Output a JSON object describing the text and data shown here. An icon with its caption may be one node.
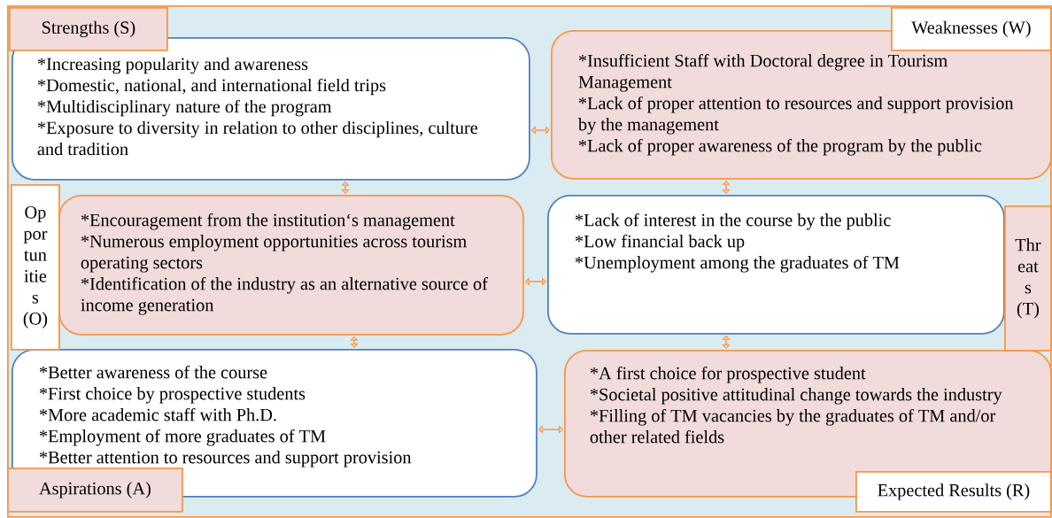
{
  "diagram": {
    "nodes": [
      {
        "text": [],
        "shape": "box"
      },
      {
        "text": [
          "Strengths (S)"
        ],
        "in": 0
      },
      {
        "text": [
          "*Increasing popularity and awareness",
          "*Domestic, national, and international field trips",
          "*Multidisciplinary nature of the program",
          "*Exposure to diversity in relation to other disciplines, culture and tradition"
        ],
        "in": 0
      },
      {
        "text": [
          "Weaknesses (W)"
        ],
        "in": 0
      },
      {
        "text": [
          "*Insufficient Staff with Doctoral degree in Tourism Management",
          "*Lack of proper attention to resources and support provision by the management",
          "*Lack of proper awareness of the program by the public"
        ],
        "in": 0
      },
      {
        "text": [
          "Op por tun itie s (O)"
        ],
        "in": 0
      },
      {
        "text": [
          "*Encouragement from the institution‘s management",
          "*Numerous employment opportunities across tourism operating sectors",
          "*Identification of the industry as an alternative source of income generation"
        ],
        "in": 0
      },
      {
        "text": [
          "*Lack of interest in the course by the public",
          "*Low financial back up",
          "*Unemployment among the graduates of TM"
        ],
        "in": 0
      },
      {
        "text": [
          "Thr eat s (T)"
        ],
        "in": 0
      },
      {
        "text": [
          "*Better awareness of the course",
          "*First choice by prospective students",
          "*More academic staff with Ph.D.",
          "*Employment of more graduates of TM",
          "*Better attention to resources and support provision"
        ],
        "in": 0
      },
      {
        "text": [
          "Aspirations (A)"
        ],
        "in": 0
      },
      {
        "text": [
          "*A first choice for prospective student",
          "*Societal positive attitudinal change towards the industry",
          "*Filling of TM vacancies by the graduates of TM and/or other related fields"
        ],
        "in": 0
      },
      {
        "text": [
          "Expected Results (R)"
        ],
        "in": 0
      }
    ],
    "edges": [
      {
        "from": 2,
        "to": 4,
        "arrow": "both"
      },
      {
        "from": 2,
        "to": 6,
        "arrow": "both"
      },
      {
        "from": 4,
        "to": 7,
        "arrow": "both"
      },
      {
        "from": 6,
        "to": 7,
        "arrow": "both"
      },
      {
        "from": 6,
        "to": 9,
        "arrow": "both"
      },
      {
        "from": 7,
        "to": 11,
        "arrow": "both"
      },
      {
        "from": 9,
        "to": 11,
        "arrow": "both"
      }
    ]
  }
}
